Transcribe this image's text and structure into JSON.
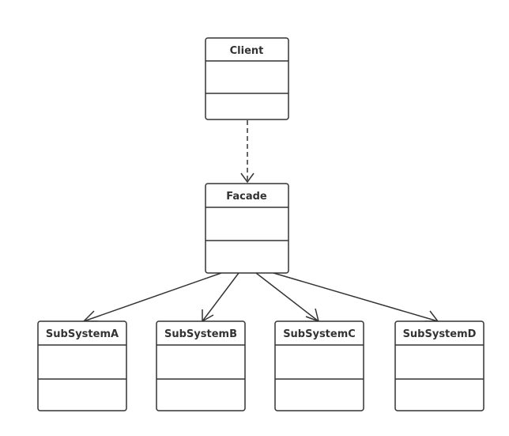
{
  "diagram": {
    "classes": {
      "client": {
        "name": "Client"
      },
      "facade": {
        "name": "Facade"
      },
      "subsystem_a": {
        "name": "SubSystemA"
      },
      "subsystem_b": {
        "name": "SubSystemB"
      },
      "subsystem_c": {
        "name": "SubSystemC"
      },
      "subsystem_d": {
        "name": "SubSystemD"
      }
    },
    "relations": [
      {
        "from": "Client",
        "to": "Facade",
        "kind": "dependency"
      },
      {
        "from": "Facade",
        "to": "SubSystemA",
        "kind": "association"
      },
      {
        "from": "Facade",
        "to": "SubSystemB",
        "kind": "association"
      },
      {
        "from": "Facade",
        "to": "SubSystemC",
        "kind": "association"
      },
      {
        "from": "Facade",
        "to": "SubSystemD",
        "kind": "association"
      }
    ],
    "colors": {
      "stroke": "#333333",
      "fill": "#ffffff"
    }
  }
}
